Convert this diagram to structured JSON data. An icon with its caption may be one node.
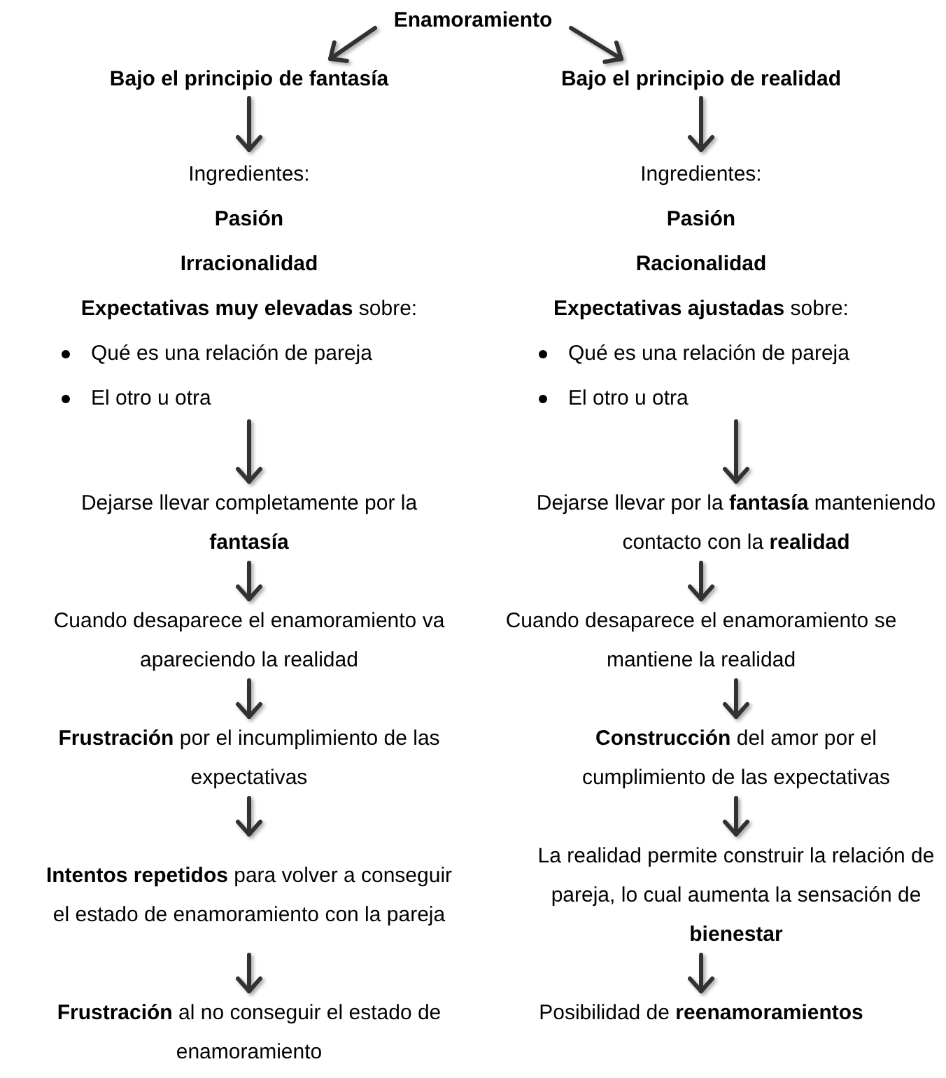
{
  "diagram": {
    "nodes": [
      {
        "text": [
          "Enamoramiento"
        ]
      },
      {
        "text": [
          "Bajo el principio de fantasía"
        ]
      },
      {
        "text": [
          "Ingredientes:",
          "**Pasión**",
          "**Irracionalidad**",
          "**Expectativas muy elevadas** sobre:",
          "Qué es una relación de pareja",
          "El otro u otra"
        ]
      },
      {
        "text": [
          "Dejarse llevar completamente por la **fantasía**"
        ]
      },
      {
        "text": [
          "Cuando desaparece el enamoramiento va apareciendo la realidad"
        ]
      },
      {
        "text": [
          "**Frustración** por el incumplimiento de las expectativas"
        ]
      },
      {
        "text": [
          "**Intentos repetidos** para volver a conseguir el estado de enamoramiento con la pareja"
        ]
      },
      {
        "text": [
          "**Frustración** al no conseguir el estado de enamoramiento"
        ]
      },
      {
        "text": [
          "Bajo el principio de realidad"
        ]
      },
      {
        "text": [
          "Ingredientes:",
          "**Pasión**",
          "**Racionalidad**",
          "**Expectativas ajustadas** sobre:",
          "Qué es una relación de pareja",
          "El otro u otra"
        ]
      },
      {
        "text": [
          "Dejarse llevar por la **fantasía** manteniendo contacto con la **realidad**"
        ]
      },
      {
        "text": [
          "Cuando desaparece el enamoramiento se mantiene la realidad"
        ]
      },
      {
        "text": [
          "**Construcción** del amor por el cumplimiento de las expectativas"
        ]
      },
      {
        "text": [
          "La realidad permite construir la relación de pareja, lo cual aumenta la sensación de **bienestar**"
        ]
      },
      {
        "text": [
          "Posibilidad de **reenamoramientos**"
        ]
      }
    ],
    "edges": [
      {
        "from": 0,
        "to": 1,
        "arrow": "to"
      },
      {
        "from": 0,
        "to": 8,
        "arrow": "to"
      },
      {
        "from": 1,
        "to": 2,
        "arrow": "to"
      },
      {
        "from": 2,
        "to": 3,
        "arrow": "to"
      },
      {
        "from": 3,
        "to": 4,
        "arrow": "to"
      },
      {
        "from": 4,
        "to": 5,
        "arrow": "to"
      },
      {
        "from": 5,
        "to": 6,
        "arrow": "to"
      },
      {
        "from": 6,
        "to": 7,
        "arrow": "to"
      },
      {
        "from": 8,
        "to": 9,
        "arrow": "to"
      },
      {
        "from": 9,
        "to": 10,
        "arrow": "to"
      },
      {
        "from": 10,
        "to": 11,
        "arrow": "to"
      },
      {
        "from": 11,
        "to": 12,
        "arrow": "to"
      },
      {
        "from": 12,
        "to": 13,
        "arrow": "to"
      },
      {
        "from": 13,
        "to": 14,
        "arrow": "to"
      }
    ]
  }
}
